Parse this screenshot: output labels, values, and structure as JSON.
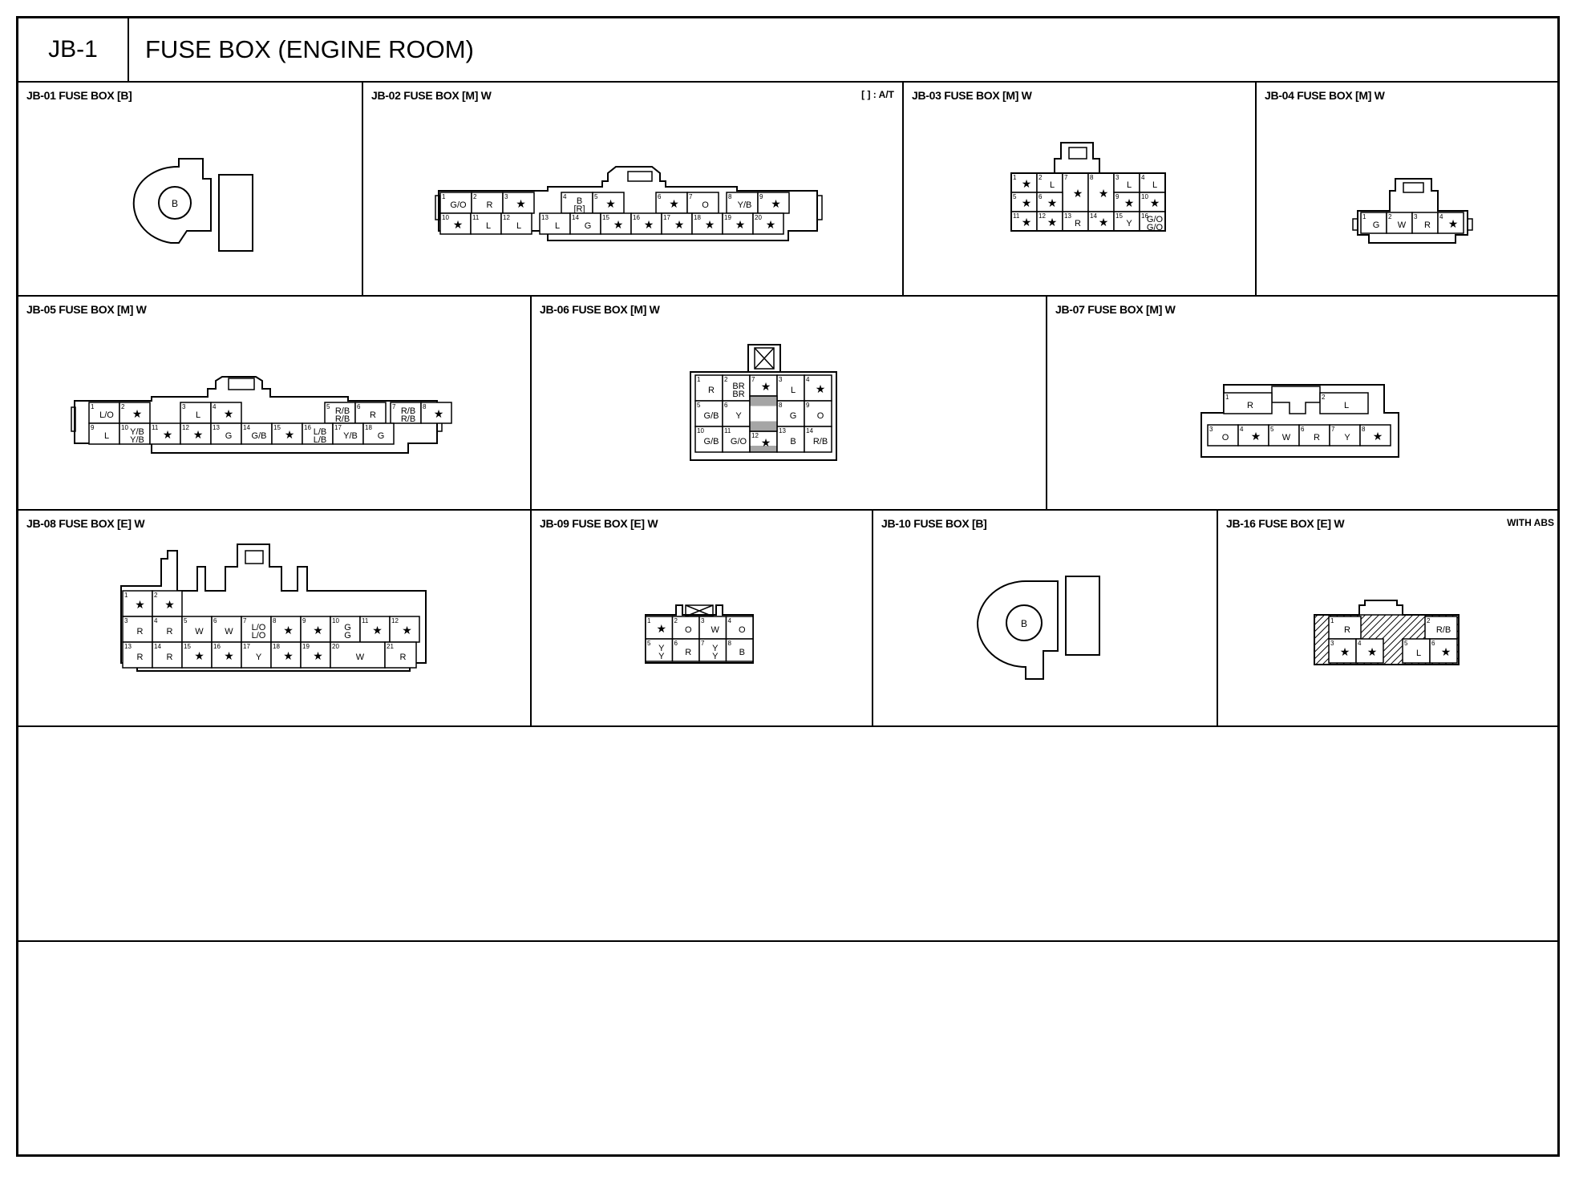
{
  "header": {
    "code": "JB-1",
    "title": "FUSE BOX (ENGINE ROOM)"
  },
  "panels": {
    "jb01": {
      "label": "JB-01 FUSE BOX [B]",
      "terminal": "B"
    },
    "jb02": {
      "label": "JB-02 FUSE BOX [M] W",
      "note": "[ ] : A/T",
      "top": [
        {
          "n": "1",
          "t": "G/O"
        },
        {
          "n": "2",
          "t": "R"
        },
        {
          "n": "3",
          "t": "★"
        },
        {
          "n": "4",
          "t": "B [R]"
        },
        {
          "n": "5",
          "t": "★"
        },
        {
          "n": "6",
          "t": "★"
        },
        {
          "n": "7",
          "t": "O"
        },
        {
          "n": "8",
          "t": "Y/B"
        },
        {
          "n": "9",
          "t": "★"
        }
      ],
      "bottom": [
        {
          "n": "10",
          "t": "★"
        },
        {
          "n": "11",
          "t": "L"
        },
        {
          "n": "12",
          "t": "L"
        },
        {
          "n": "13",
          "t": "L"
        },
        {
          "n": "14",
          "t": "G"
        },
        {
          "n": "15",
          "t": "★"
        },
        {
          "n": "16",
          "t": "★"
        },
        {
          "n": "17",
          "t": "★"
        },
        {
          "n": "18",
          "t": "★"
        },
        {
          "n": "19",
          "t": "★"
        },
        {
          "n": "20",
          "t": "★"
        }
      ]
    },
    "jb03": {
      "label": "JB-03 FUSE BOX [M] W",
      "cells": [
        {
          "n": "1",
          "t": "★"
        },
        {
          "n": "2",
          "t": "L"
        },
        {
          "n": "7",
          "t": "★"
        },
        {
          "n": "8",
          "t": "★"
        },
        {
          "n": "3",
          "t": "L"
        },
        {
          "n": "4",
          "t": "L"
        },
        {
          "n": "5",
          "t": "★"
        },
        {
          "n": "6",
          "t": "★"
        },
        {
          "n": "9",
          "t": "★"
        },
        {
          "n": "10",
          "t": "★"
        },
        {
          "n": "11",
          "t": "★"
        },
        {
          "n": "12",
          "t": "★"
        },
        {
          "n": "13",
          "t": "R"
        },
        {
          "n": "14",
          "t": "★"
        },
        {
          "n": "15",
          "t": "Y"
        },
        {
          "n": "16",
          "t": "G/O G/O"
        }
      ]
    },
    "jb04": {
      "label": "JB-04 FUSE BOX [M] W",
      "cells": [
        {
          "n": "1",
          "t": "G"
        },
        {
          "n": "2",
          "t": "W"
        },
        {
          "n": "3",
          "t": "R"
        },
        {
          "n": "4",
          "t": "★"
        }
      ]
    },
    "jb05": {
      "label": "JB-05 FUSE BOX [M] W",
      "top": [
        {
          "n": "1",
          "t": "L/O"
        },
        {
          "n": "2",
          "t": "★"
        },
        {
          "n": "3",
          "t": "L"
        },
        {
          "n": "4",
          "t": "★"
        },
        {
          "n": "5",
          "t": "R/B R/B"
        },
        {
          "n": "6",
          "t": "R"
        },
        {
          "n": "7",
          "t": "R/B R/B"
        },
        {
          "n": "8",
          "t": "★"
        }
      ],
      "bottom": [
        {
          "n": "9",
          "t": "L"
        },
        {
          "n": "10",
          "t": "Y/B Y/B"
        },
        {
          "n": "11",
          "t": "★"
        },
        {
          "n": "12",
          "t": "★"
        },
        {
          "n": "13",
          "t": "G"
        },
        {
          "n": "14",
          "t": "G/B"
        },
        {
          "n": "15",
          "t": "★"
        },
        {
          "n": "16",
          "t": "L/B L/B"
        },
        {
          "n": "17",
          "t": "Y/B"
        },
        {
          "n": "18",
          "t": "G"
        }
      ]
    },
    "jb06": {
      "label": "JB-06 FUSE BOX [M] W",
      "cells": [
        {
          "n": "1",
          "t": "R"
        },
        {
          "n": "2",
          "t": "BR BR"
        },
        {
          "n": "7",
          "t": "★"
        },
        {
          "n": "3",
          "t": "L"
        },
        {
          "n": "4",
          "t": "★"
        },
        {
          "n": "5",
          "t": "G/B"
        },
        {
          "n": "6",
          "t": "Y"
        },
        {
          "n": "8",
          "t": "G"
        },
        {
          "n": "9",
          "t": "O"
        },
        {
          "n": "10",
          "t": "G/B"
        },
        {
          "n": "11",
          "t": "G/O"
        },
        {
          "n": "12",
          "t": "★"
        },
        {
          "n": "13",
          "t": "B"
        },
        {
          "n": "14",
          "t": "R/B"
        }
      ]
    },
    "jb07": {
      "label": "JB-07 FUSE BOX [M] W",
      "cells": [
        {
          "n": "1",
          "t": "R"
        },
        {
          "n": "2",
          "t": "L"
        },
        {
          "n": "3",
          "t": "O"
        },
        {
          "n": "4",
          "t": "★"
        },
        {
          "n": "5",
          "t": "W"
        },
        {
          "n": "6",
          "t": "R"
        },
        {
          "n": "7",
          "t": "Y"
        },
        {
          "n": "8",
          "t": "★"
        }
      ]
    },
    "jb08": {
      "label": "JB-08 FUSE BOX [E] W",
      "cells": [
        {
          "n": "1",
          "t": "★"
        },
        {
          "n": "2",
          "t": "★"
        },
        {
          "n": "3",
          "t": "R"
        },
        {
          "n": "4",
          "t": "R"
        },
        {
          "n": "5",
          "t": "W"
        },
        {
          "n": "6",
          "t": "W"
        },
        {
          "n": "7",
          "t": "L/O L/O"
        },
        {
          "n": "8",
          "t": "★"
        },
        {
          "n": "9",
          "t": "★"
        },
        {
          "n": "10",
          "t": "G G"
        },
        {
          "n": "11",
          "t": "★"
        },
        {
          "n": "12",
          "t": "★"
        },
        {
          "n": "13",
          "t": "R"
        },
        {
          "n": "14",
          "t": "R"
        },
        {
          "n": "15",
          "t": "★"
        },
        {
          "n": "16",
          "t": "★"
        },
        {
          "n": "17",
          "t": "Y"
        },
        {
          "n": "18",
          "t": "★"
        },
        {
          "n": "19",
          "t": "★"
        },
        {
          "n": "20",
          "t": "W"
        },
        {
          "n": "21",
          "t": "R"
        }
      ]
    },
    "jb09": {
      "label": "JB-09 FUSE BOX [E] W",
      "cells": [
        {
          "n": "1",
          "t": "★"
        },
        {
          "n": "2",
          "t": "O"
        },
        {
          "n": "3",
          "t": "W"
        },
        {
          "n": "4",
          "t": "O"
        },
        {
          "n": "5",
          "t": "Y Y"
        },
        {
          "n": "6",
          "t": "R"
        },
        {
          "n": "7",
          "t": "Y Y"
        },
        {
          "n": "8",
          "t": "B"
        }
      ]
    },
    "jb10": {
      "label": "JB-10 FUSE BOX [B]",
      "terminal": "B"
    },
    "jb16": {
      "label": "JB-16 FUSE BOX [E] W",
      "note": "WITH ABS",
      "cells": [
        {
          "n": "1",
          "t": "R"
        },
        {
          "n": "2",
          "t": "R/B"
        },
        {
          "n": "3",
          "t": "★"
        },
        {
          "n": "4",
          "t": "★"
        },
        {
          "n": "5",
          "t": "L"
        },
        {
          "n": "6",
          "t": "★"
        }
      ]
    }
  }
}
